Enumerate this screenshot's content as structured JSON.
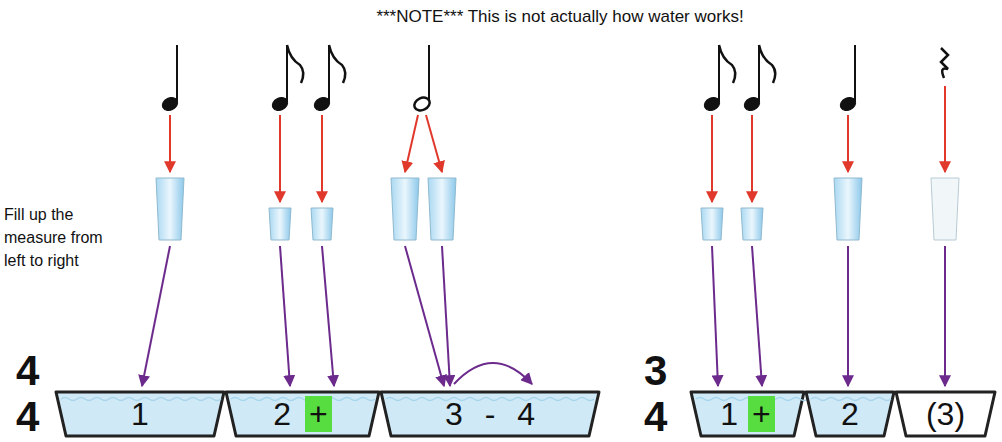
{
  "diagram": {
    "title": "***NOTE*** This is not actually how water works!",
    "nodes": [
      {
        "text": [
          "1"
        ]
      },
      {
        "text": [
          "2"
        ]
      },
      {
        "text": [
          "+"
        ],
        "in": 1
      },
      {
        "text": [
          "3",
          "-",
          "4"
        ]
      },
      {
        "text": [
          "1"
        ]
      },
      {
        "text": [
          "+"
        ],
        "in": 4
      },
      {
        "text": [
          "2"
        ]
      },
      {
        "text": [
          "(3)"
        ]
      }
    ],
    "labels": [
      "Fill up the measure from left to right",
      "4",
      "4",
      "3",
      "4"
    ]
  }
}
